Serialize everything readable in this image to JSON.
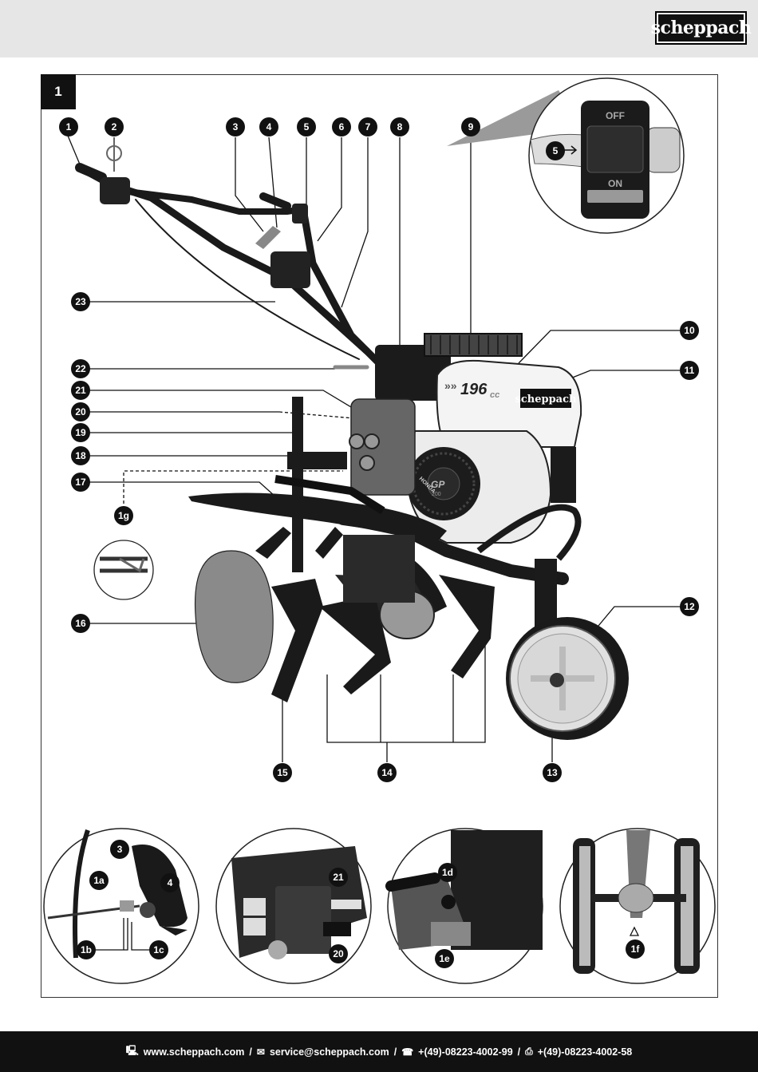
{
  "brand": {
    "logo_text": "scheppach"
  },
  "figure": {
    "number": "1"
  },
  "callouts": {
    "c1": "1",
    "c2": "2",
    "c3": "3",
    "c4": "4",
    "c5": "5",
    "c6": "6",
    "c7": "7",
    "c8": "8",
    "c9": "9",
    "c10": "10",
    "c11": "11",
    "c12": "12",
    "c13": "13",
    "c14": "14",
    "c15": "15",
    "c16": "16",
    "c17": "17",
    "c18": "18",
    "c19": "19",
    "c20": "20",
    "c21": "21",
    "c22": "22",
    "c23": "23",
    "c1g": "1g",
    "inset_5": "5"
  },
  "switch": {
    "off_label": "OFF",
    "on_label": "ON"
  },
  "engine": {
    "displacement": "196",
    "unit": "cc",
    "cover_brand": "scheppach",
    "engine_brand": "HONDA",
    "engine_model": "GP",
    "engine_number": "200"
  },
  "insets": {
    "a": {
      "n3": "3",
      "n1a": "1a",
      "n4": "4",
      "n1b": "1b",
      "n1c": "1c"
    },
    "b": {
      "n21": "21",
      "n20": "20"
    },
    "c": {
      "n1d": "1d",
      "n1e": "1e"
    },
    "d": {
      "n1f": "1f"
    }
  },
  "footer": {
    "web": "www.scheppach.com",
    "email": "service@scheppach.com",
    "phone": "+(49)-08223-4002-99",
    "fax": "+(49)-08223-4002-58",
    "separator": "/"
  },
  "icons": [
    "computer-icon",
    "email-icon",
    "phone-icon",
    "fax-icon"
  ]
}
